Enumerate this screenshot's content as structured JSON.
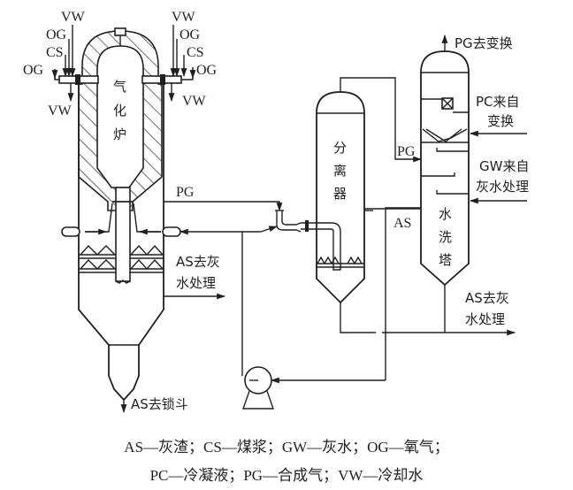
{
  "labels": {
    "vw": "VW",
    "og": "OG",
    "cs": "CS",
    "pg": "PG",
    "as": "AS",
    "gasifier": [
      "气",
      "化",
      "炉"
    ],
    "separator": [
      "分",
      "离",
      "器"
    ],
    "scrubber": [
      "水",
      "洗",
      "塔"
    ],
    "pg_to_shift": "PG去变换",
    "pc_from_shift_1": "PC来自",
    "pc_from_shift_2": "变换",
    "gw_from_1": "GW来自",
    "gw_from_2": "灰水处理",
    "as_to_gw_1": "AS去灰",
    "as_to_gw_2": "水处理",
    "as_to_lock": "AS去锁斗"
  },
  "caption": {
    "line1": "AS—灰渣；CS—煤浆；GW—灰水；OG—氧气；",
    "line2": "PC—冷凝液；PG—合成气；VW—冷却水"
  },
  "colors": {
    "ink": "#231f20",
    "background": "#ffffff"
  }
}
